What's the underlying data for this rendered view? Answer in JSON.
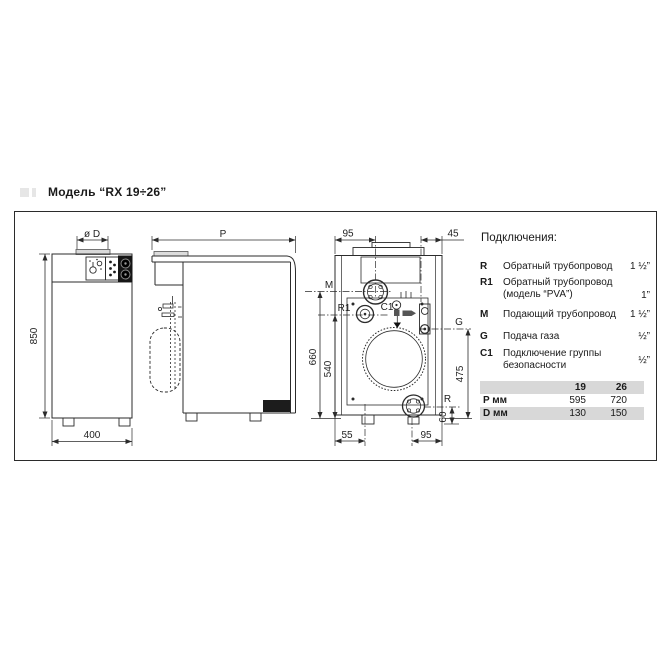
{
  "title": "Модель “RX 19÷26”",
  "dims": {
    "front_diameter": "ø D",
    "front_height": "850",
    "front_width": "400",
    "side_depth": "P",
    "rear_top_left": "95",
    "rear_top_right": "45",
    "rear_m": "M",
    "rear_r1": "R1",
    "rear_c1": "C1",
    "rear_g": "G",
    "rear_r": "R",
    "rear_660": "660",
    "rear_540": "540",
    "rear_475": "475",
    "rear_60": "60",
    "rear_55": "55",
    "rear_95_bottom": "95"
  },
  "connections": {
    "heading": "Подключения:",
    "items": [
      {
        "code": "R",
        "label": "Обратный трубопровод",
        "size": "1 ½”"
      },
      {
        "code": "R1",
        "label": "Обратный трубопровод\n(модель “PVA”)",
        "size": "1”"
      },
      {
        "code": "M",
        "label": "Подающий трубопровод",
        "size": "1 ½”"
      },
      {
        "code": "G",
        "label": "Подача газа",
        "size": "½”"
      },
      {
        "code": "C1",
        "label": "Подключение группы\nбезопасности",
        "size": "½”"
      }
    ]
  },
  "table": {
    "col1": "19",
    "col2": "26",
    "rows": [
      {
        "label": "P мм",
        "v1": "595",
        "v2": "720"
      },
      {
        "label": "D мм",
        "v1": "130",
        "v2": "150"
      }
    ]
  }
}
